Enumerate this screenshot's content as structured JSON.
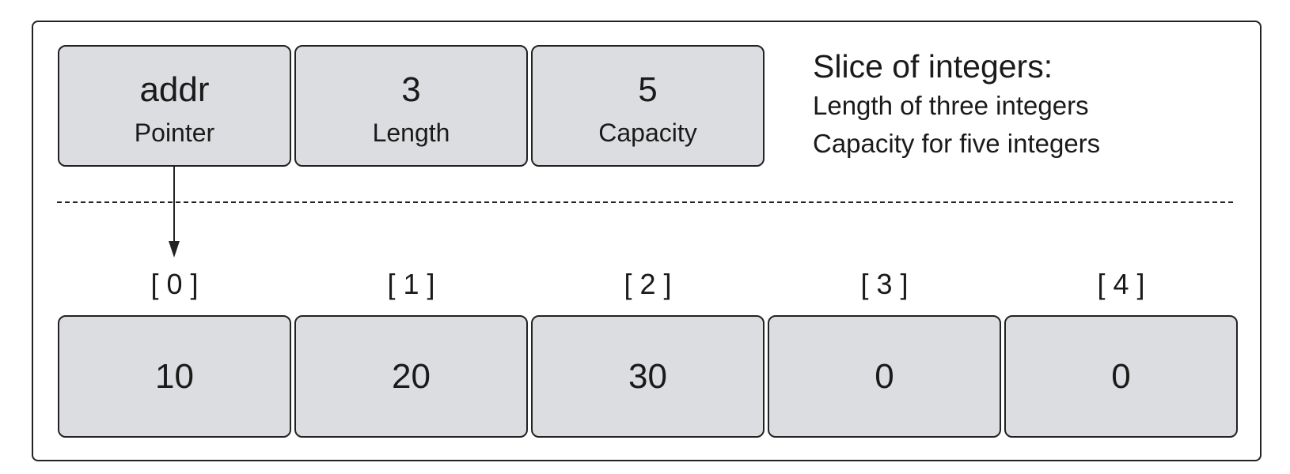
{
  "header": {
    "fields": [
      {
        "value": "addr",
        "label": "Pointer"
      },
      {
        "value": "3",
        "label": "Length"
      },
      {
        "value": "5",
        "label": "Capacity"
      }
    ]
  },
  "description": {
    "title": "Slice of integers:",
    "lines": [
      "Length of three integers",
      "Capacity for five integers"
    ]
  },
  "array": {
    "indices": [
      "[ 0 ]",
      "[ 1 ]",
      "[ 2 ]",
      "[ 3 ]",
      "[ 4 ]"
    ],
    "values": [
      "10",
      "20",
      "30",
      "0",
      "0"
    ]
  }
}
